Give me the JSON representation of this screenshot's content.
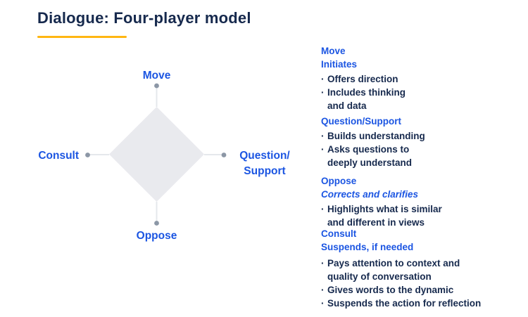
{
  "header": {
    "title": "Dialogue: Four-player model"
  },
  "colors": {
    "title_navy": "#16294D",
    "label_blue": "#1B55E2",
    "accent_orange": "#FFB612",
    "diamond_fill": "#E9EAEE",
    "connector_gray": "#E5E8EC",
    "dot_gray": "#8C97A6"
  },
  "diagram": {
    "move_label": "Move",
    "question_support_label": "Question/\nSupport",
    "oppose_label": "Oppose",
    "consult_label": "Consult"
  },
  "legend": {
    "bullet_char": "·",
    "sections": [
      {
        "heading": "Move",
        "subheading": "Initiates",
        "bullets": [
          "Offers direction",
          "Includes thinking\nand data"
        ]
      },
      {
        "heading": "Question/Support",
        "subheading": "",
        "bullets": [
          "Builds understanding",
          "Asks questions to\ndeeply understand"
        ]
      },
      {
        "heading": "Oppose",
        "subheading": "Corrects and clarifies",
        "bullets": [
          "Highlights what is similar\nand different in views"
        ]
      },
      {
        "heading": "Consult",
        "subheading": "Suspends, if needed",
        "bullets": [
          "Pays attention to context and\nquality of conversation",
          "Gives words to the dynamic",
          "Suspends the action for reflection"
        ]
      }
    ]
  }
}
